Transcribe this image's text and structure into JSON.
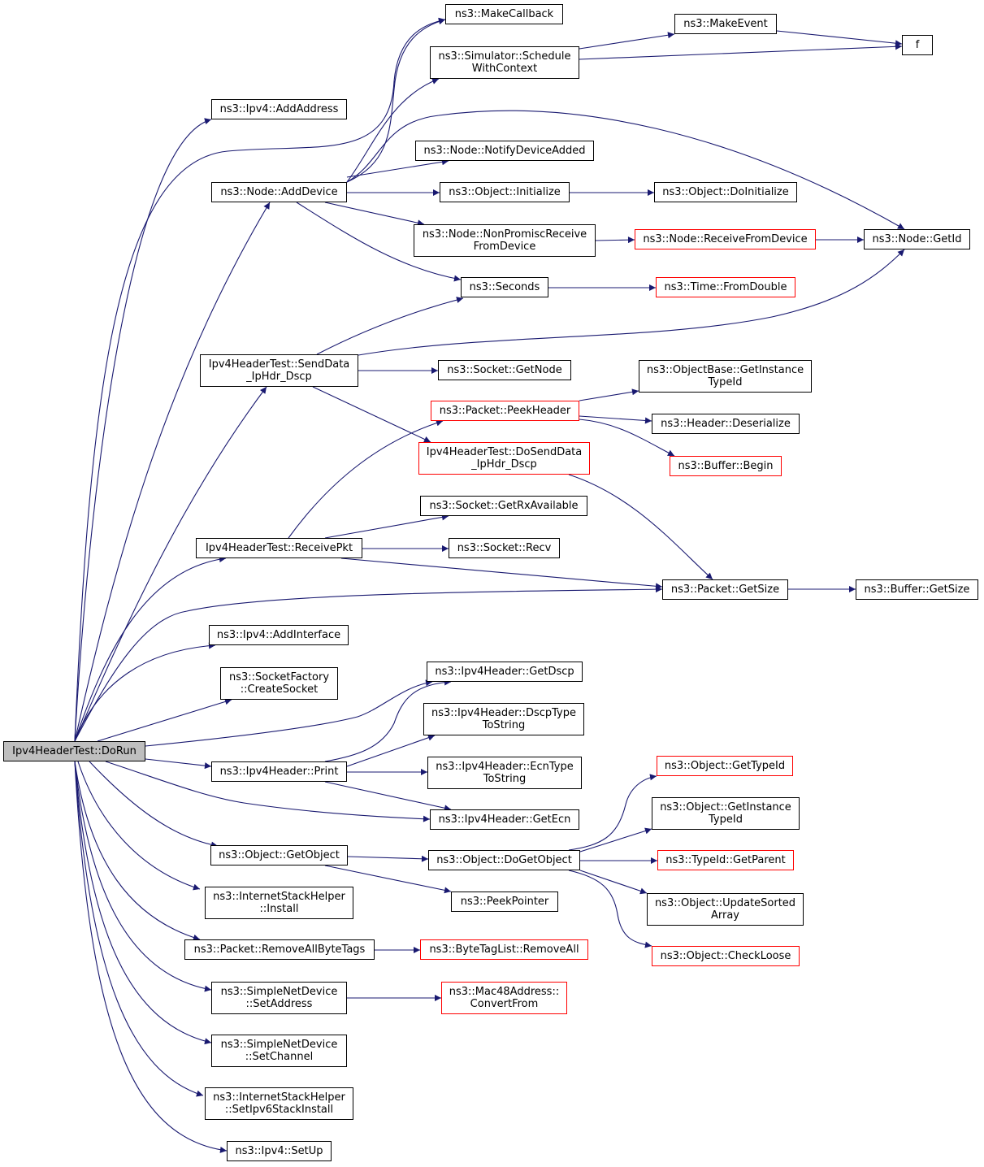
{
  "colors": {
    "edge": "#191970",
    "node_border": "#000000",
    "missing_border": "#ff0000",
    "root_fill": "#bfbfbf"
  },
  "nodes": {
    "dorun": "Ipv4HeaderTest::DoRun",
    "makecallback": "ns3::MakeCallback",
    "schedule": "ns3::Simulator::Schedule\nWithContext",
    "makeevent": "ns3::MakeEvent",
    "f": "f",
    "ipv4_addaddress": "ns3::Ipv4::AddAddress",
    "notifydeviceadded": "ns3::Node::NotifyDeviceAdded",
    "node_adddevice": "ns3::Node::AddDevice",
    "object_initialize": "ns3::Object::Initialize",
    "object_doinitialize": "ns3::Object::DoInitialize",
    "nonpromisc": "ns3::Node::NonPromiscReceive\nFromDevice",
    "receivefromdevice": "ns3::Node::ReceiveFromDevice",
    "node_getid": "ns3::Node::GetId",
    "seconds": "ns3::Seconds",
    "time_fromdouble": "ns3::Time::FromDouble",
    "senddata": "Ipv4HeaderTest::SendData\n_IpHdr_Dscp",
    "socket_getnode": "ns3::Socket::GetNode",
    "getinstancetypeid_base": "ns3::ObjectBase::GetInstance\nTypeId",
    "peekheader": "ns3::Packet::PeekHeader",
    "header_deserialize": "ns3::Header::Deserialize",
    "dosenddata": "Ipv4HeaderTest::DoSendData\n_IpHdr_Dscp",
    "buffer_begin": "ns3::Buffer::Begin",
    "getrxavailable": "ns3::Socket::GetRxAvailable",
    "receivepkt": "Ipv4HeaderTest::ReceivePkt",
    "socket_recv": "ns3::Socket::Recv",
    "packet_getsize": "ns3::Packet::GetSize",
    "buffer_getsize": "ns3::Buffer::GetSize",
    "ipv4_addinterface": "ns3::Ipv4::AddInterface",
    "createsocket": "ns3::SocketFactory\n::CreateSocket",
    "getdscp": "ns3::Ipv4Header::GetDscp",
    "dscptostring": "ns3::Ipv4Header::DscpType\nToString",
    "header_print": "ns3::Ipv4Header::Print",
    "ecntostring": "ns3::Ipv4Header::EcnType\nToString",
    "gettypeid": "ns3::Object::GetTypeId",
    "getinstancetypeid": "ns3::Object::GetInstance\nTypeId",
    "getecn": "ns3::Ipv4Header::GetEcn",
    "getobject": "ns3::Object::GetObject",
    "dogetobject": "ns3::Object::DoGetObject",
    "getparent": "ns3::TypeId::GetParent",
    "install": "ns3::InternetStackHelper\n::Install",
    "peekpointer": "ns3::PeekPointer",
    "updatesorted": "ns3::Object::UpdateSorted\nArray",
    "removeallbytetags": "ns3::Packet::RemoveAllByteTags",
    "bytetaglist_removeall": "ns3::ByteTagList::RemoveAll",
    "checkloose": "ns3::Object::CheckLoose",
    "setaddress": "ns3::SimpleNetDevice\n::SetAddress",
    "convertfrom": "ns3::Mac48Address::\nConvertFrom",
    "setchannel": "ns3::SimpleNetDevice\n::SetChannel",
    "setipv6": "ns3::InternetStackHelper\n::SetIpv6StackInstall",
    "ipv4_setup": "ns3::Ipv4::SetUp"
  }
}
